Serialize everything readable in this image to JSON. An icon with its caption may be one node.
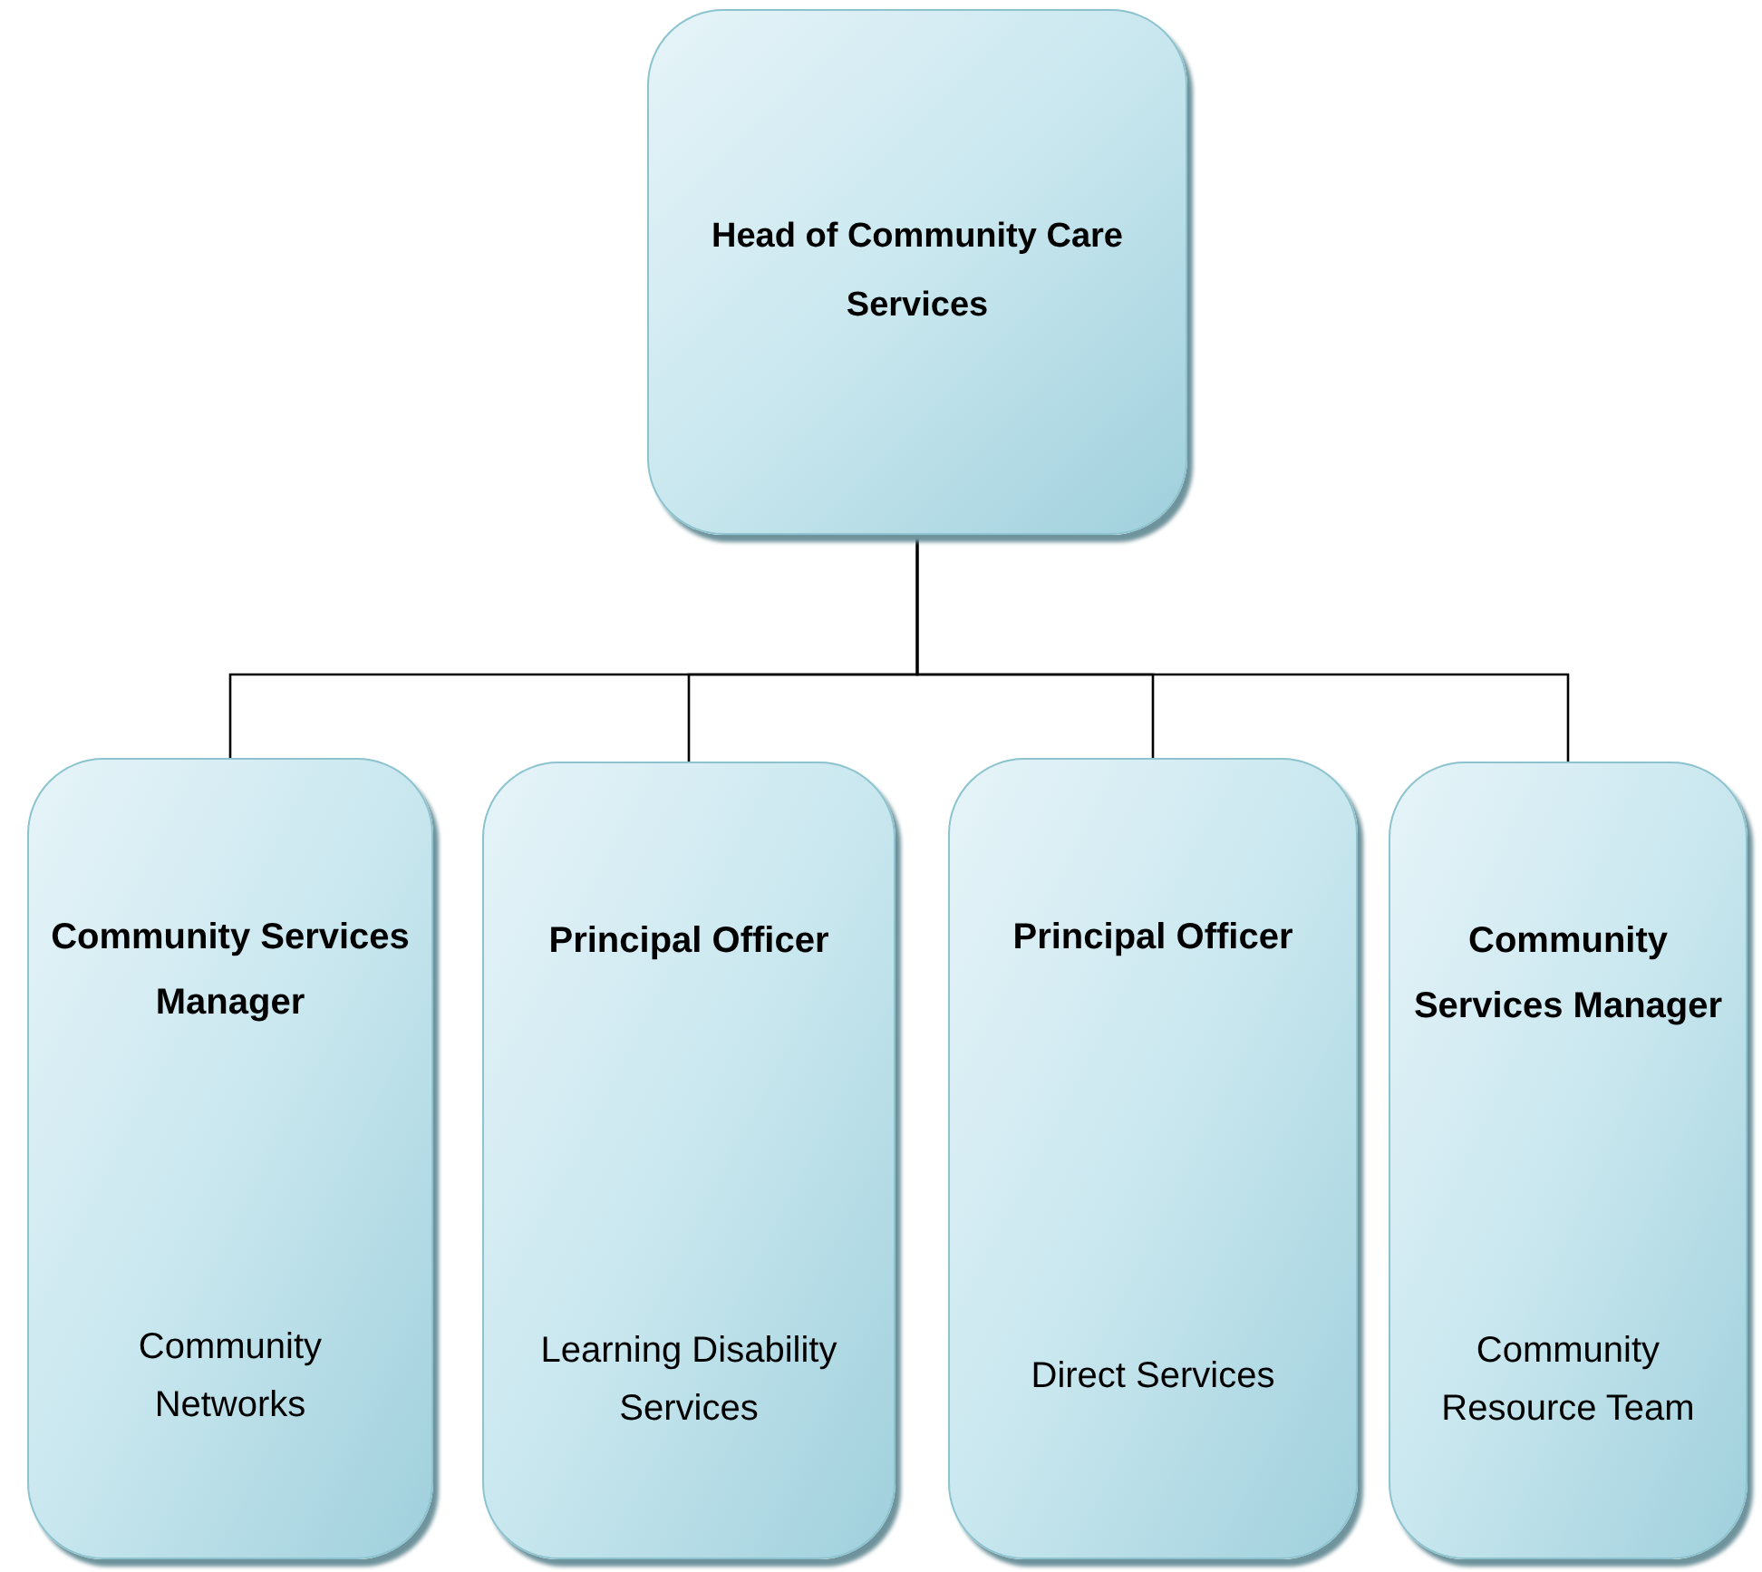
{
  "diagram": {
    "nodes": [
      {
        "text": [
          "Head of Community Care Services"
        ]
      },
      {
        "text": [
          "Community Services Manager",
          "Community Networks"
        ]
      },
      {
        "text": [
          "Principal Officer",
          "Learning Disability Services"
        ]
      },
      {
        "text": [
          "Principal Officer",
          "Direct Services"
        ]
      },
      {
        "text": [
          "Community Services Manager",
          "Community Resource Team"
        ]
      }
    ],
    "edges": [
      {
        "from": 0,
        "to": 1,
        "arrow": "none"
      },
      {
        "from": 0,
        "to": 2,
        "arrow": "none"
      },
      {
        "from": 0,
        "to": 3,
        "arrow": "none"
      },
      {
        "from": 0,
        "to": 4,
        "arrow": "none"
      }
    ]
  }
}
